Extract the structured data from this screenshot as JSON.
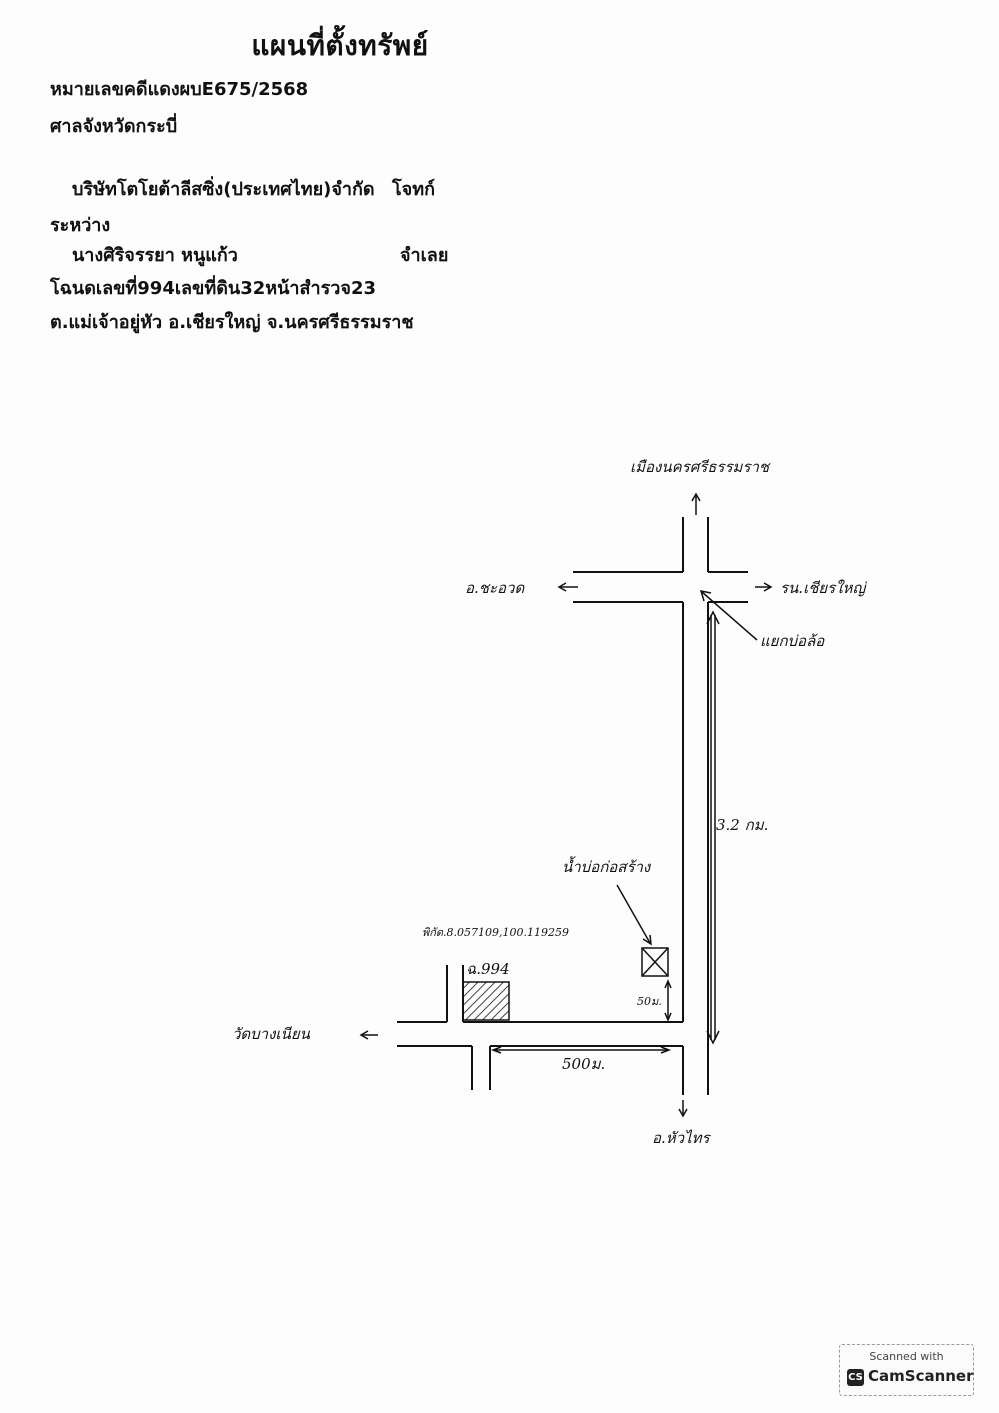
{
  "document": {
    "title": "แผนที่ตั้งทรัพย์",
    "case_number": "หมายเลขคดีแดงผบE675/2568",
    "court": "ศาลจังหวัดกระบี่",
    "plaintiff": "บริษัทโตโยต้าลีสซิ่ง(ประเทศไทย)จำกัด",
    "plaintiff_role": "โจทก์",
    "between": "ระหว่าง",
    "defendant": "นางศิริจรรยา หนูแก้ว",
    "defendant_role": "จำเลย",
    "deed": "โฉนดเลขที่994เลขที่ดิน32หน้าสำรวจ23",
    "location": "ต.แม่เจ้าอยู่หัว อ.เชียรใหญ่ จ.นครศรีธรรมราช"
  },
  "map": {
    "north": "เมืองนครศรีธรรมราช",
    "west": "อ.ชะอวด",
    "east": "รน.เชียรใหญ่",
    "junction": "แยกบ่อล้อ",
    "distance_main": "3.2 กม.",
    "landmark": "น้ำบ่อก่อสร้าง",
    "coordinates": "พิกัด.8.057109,100.119259",
    "parcel_label": "ฉ.994",
    "distance_side": "50ม.",
    "distance_bottom": "500ม.",
    "bottom_west": "วัดบางเนียน",
    "south": "อ.หัวไทร"
  },
  "stamp": {
    "top": "Scanned with",
    "logo": "CS",
    "name": "CamScanner"
  }
}
